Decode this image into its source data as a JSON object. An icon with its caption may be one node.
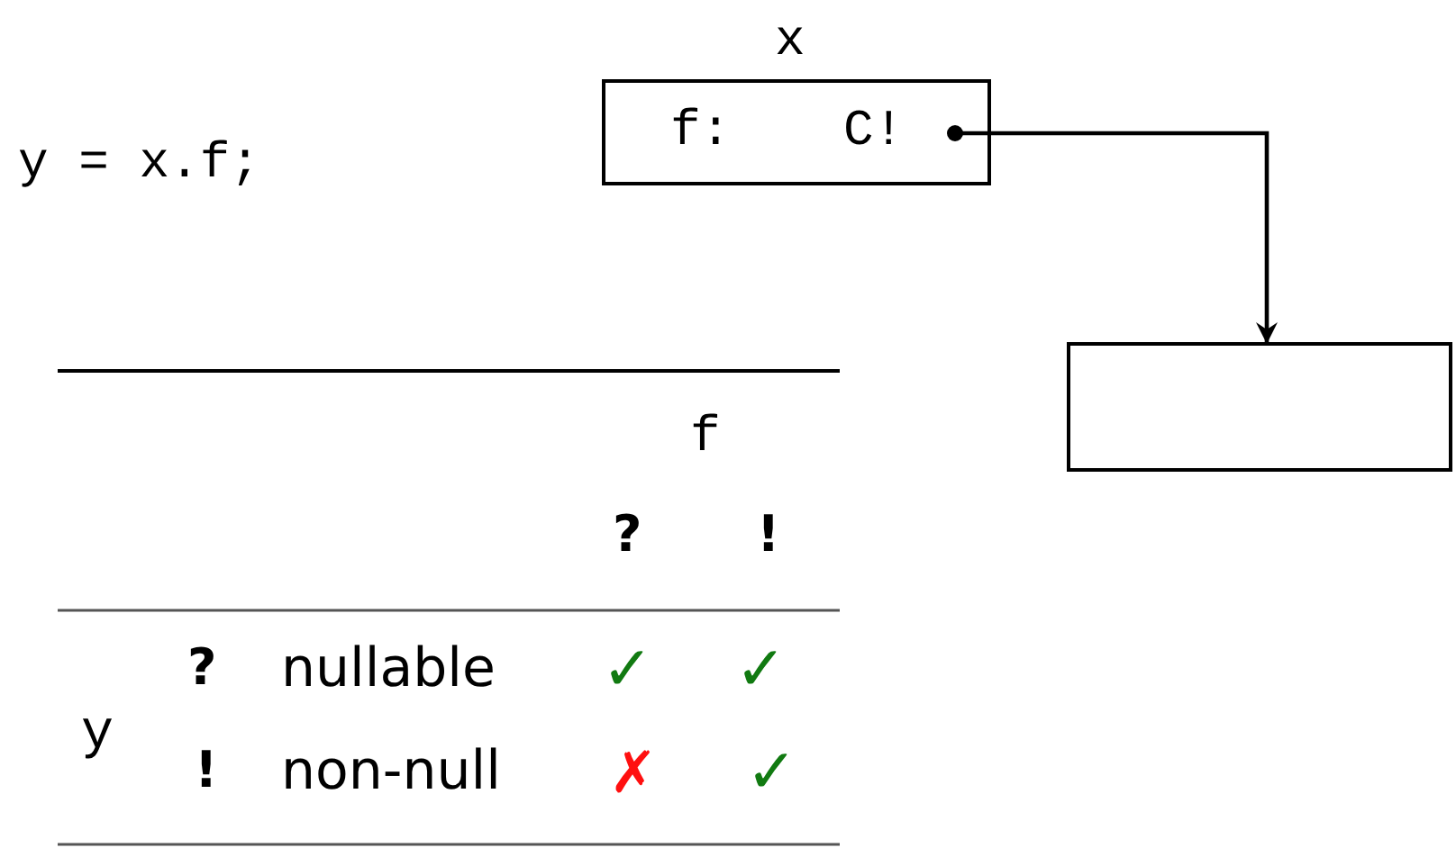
{
  "diagram": {
    "nodes": [
      {
        "text": [
          "x",
          "f:",
          "C!"
        ]
      },
      {
        "text": [],
        "shape": "box"
      }
    ],
    "edges": [
      {
        "from": 0,
        "to": 1,
        "arrow": "to"
      }
    ],
    "labels": [
      "y = x.f;",
      "f",
      "?",
      "!",
      "y",
      "?",
      "nullable",
      "✓",
      "✓",
      "!",
      "non-null",
      "✗",
      "✓"
    ]
  }
}
